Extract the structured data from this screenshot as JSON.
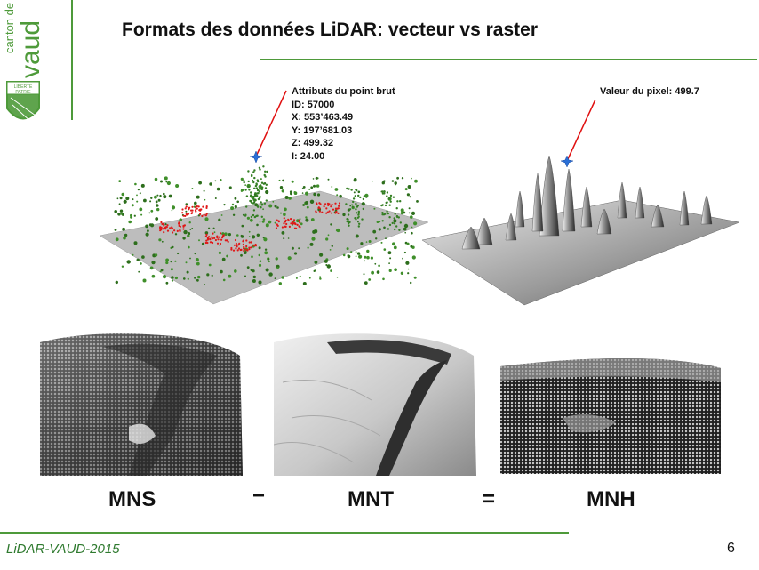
{
  "logo": {
    "line1": "canton de",
    "line2": "vaud",
    "motto_top": "LIBERTÉ",
    "motto_bottom": "PATRIE",
    "color": "#4e9a3a"
  },
  "title": "Formats des données LiDAR: vecteur vs raster",
  "point_attributes": {
    "heading": "Attributs du point brut",
    "id": "ID: 57000",
    "x": "X: 553’463.49",
    "y": "Y: 197’681.03",
    "z": "Z: 499.32",
    "i": "I: 24.00"
  },
  "pixel_value": "Valeur du pixel: 499.7",
  "marker_icon": "star-marker-icon",
  "pointer_color": "#e01010",
  "formula": {
    "mns": "MNS",
    "minus": "−",
    "mnt": "MNT",
    "equals": "=",
    "mnh": "MNH"
  },
  "footer": {
    "title": "LiDAR-VAUD-2015",
    "page_number": "6"
  },
  "colors": {
    "accent_green": "#4e9a3a",
    "footer_text": "#2f7a2f"
  }
}
